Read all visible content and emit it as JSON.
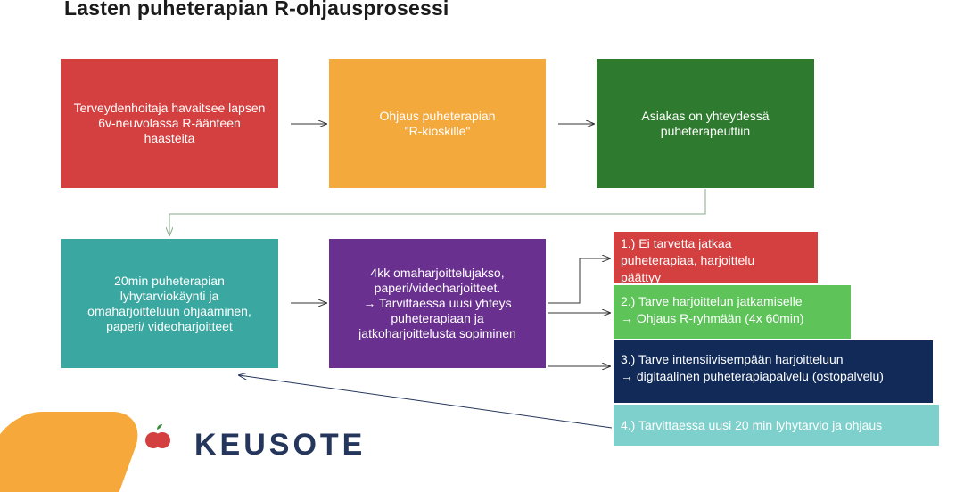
{
  "title": "Lasten puheterapian R-ohjausprosessi",
  "colors": {
    "red": "#d43f3f",
    "orange": "#f4a93d",
    "dark_green": "#2e7a2e",
    "teal": "#3aa8a0",
    "purple": "#69308f",
    "light_green": "#5ec45a",
    "navy": "#112a57",
    "light_teal": "#7dd0cb"
  },
  "flow": {
    "step1": "Terveydenhoitaja havaitsee lapsen 6v-neuvolassa R-äänteen haasteita",
    "step2": "Ohjaus puheterapian\n\"R-kioskille\"",
    "step3": "Asiakas on yhteydessä puheterapeuttiin",
    "step4": "20min puheterapian lyhytarviokäynti ja omaharjoitteluun ohjaaminen, paperi/ videoharjoitteet",
    "step5": "4kk omaharjoittelujakso, paperi/videoharjoitteet.\n→ Tarvittaessa uusi yhteys puheterapiaan ja jatkoharjoittelusta sopiminen"
  },
  "outcomes": {
    "o1": "1.) Ei tarvetta jatkaa\npuheterapiaa, harjoittelu\npäättyy",
    "o2": "2.) Tarve harjoittelun jatkamiselle\n→ Ohjaus R-ryhmään (4x 60min)",
    "o3": "3.) Tarve intensiivisempään harjoitteluun\n→ digitaalinen puheterapiapalvelu (ostopalvelu)",
    "o4": "4.) Tarvittaessa uusi 20 min lyhytarvio ja ohjaus"
  },
  "logo": {
    "text": "KEUSOTE",
    "icon": "apple-logo-icon"
  }
}
